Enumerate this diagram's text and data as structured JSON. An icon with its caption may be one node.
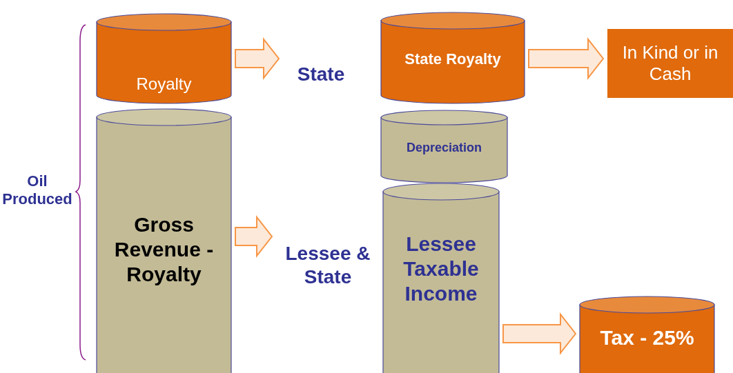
{
  "diagram": {
    "nodes": [
      {
        "text": [
          "Royalty"
        ]
      },
      {
        "text": [
          "Gross Revenue - Royalty"
        ]
      },
      {
        "text": [
          "State"
        ]
      },
      {
        "text": [
          "Lessee & State"
        ]
      },
      {
        "text": [
          "State Royalty"
        ]
      },
      {
        "text": [
          "Depreciation"
        ]
      },
      {
        "text": [
          "Lessee Taxable Income"
        ]
      },
      {
        "text": [
          "In Kind or in Cash"
        ]
      },
      {
        "text": [
          "Tax - 25%"
        ]
      }
    ],
    "edges": [
      {
        "from": 0,
        "to": 2,
        "arrow": "to"
      },
      {
        "from": 1,
        "to": 3,
        "arrow": "to"
      },
      {
        "from": 4,
        "to": 7,
        "arrow": "to"
      },
      {
        "from": 6,
        "to": 8,
        "arrow": "to"
      }
    ],
    "labels": [
      "Oil Produced"
    ]
  }
}
